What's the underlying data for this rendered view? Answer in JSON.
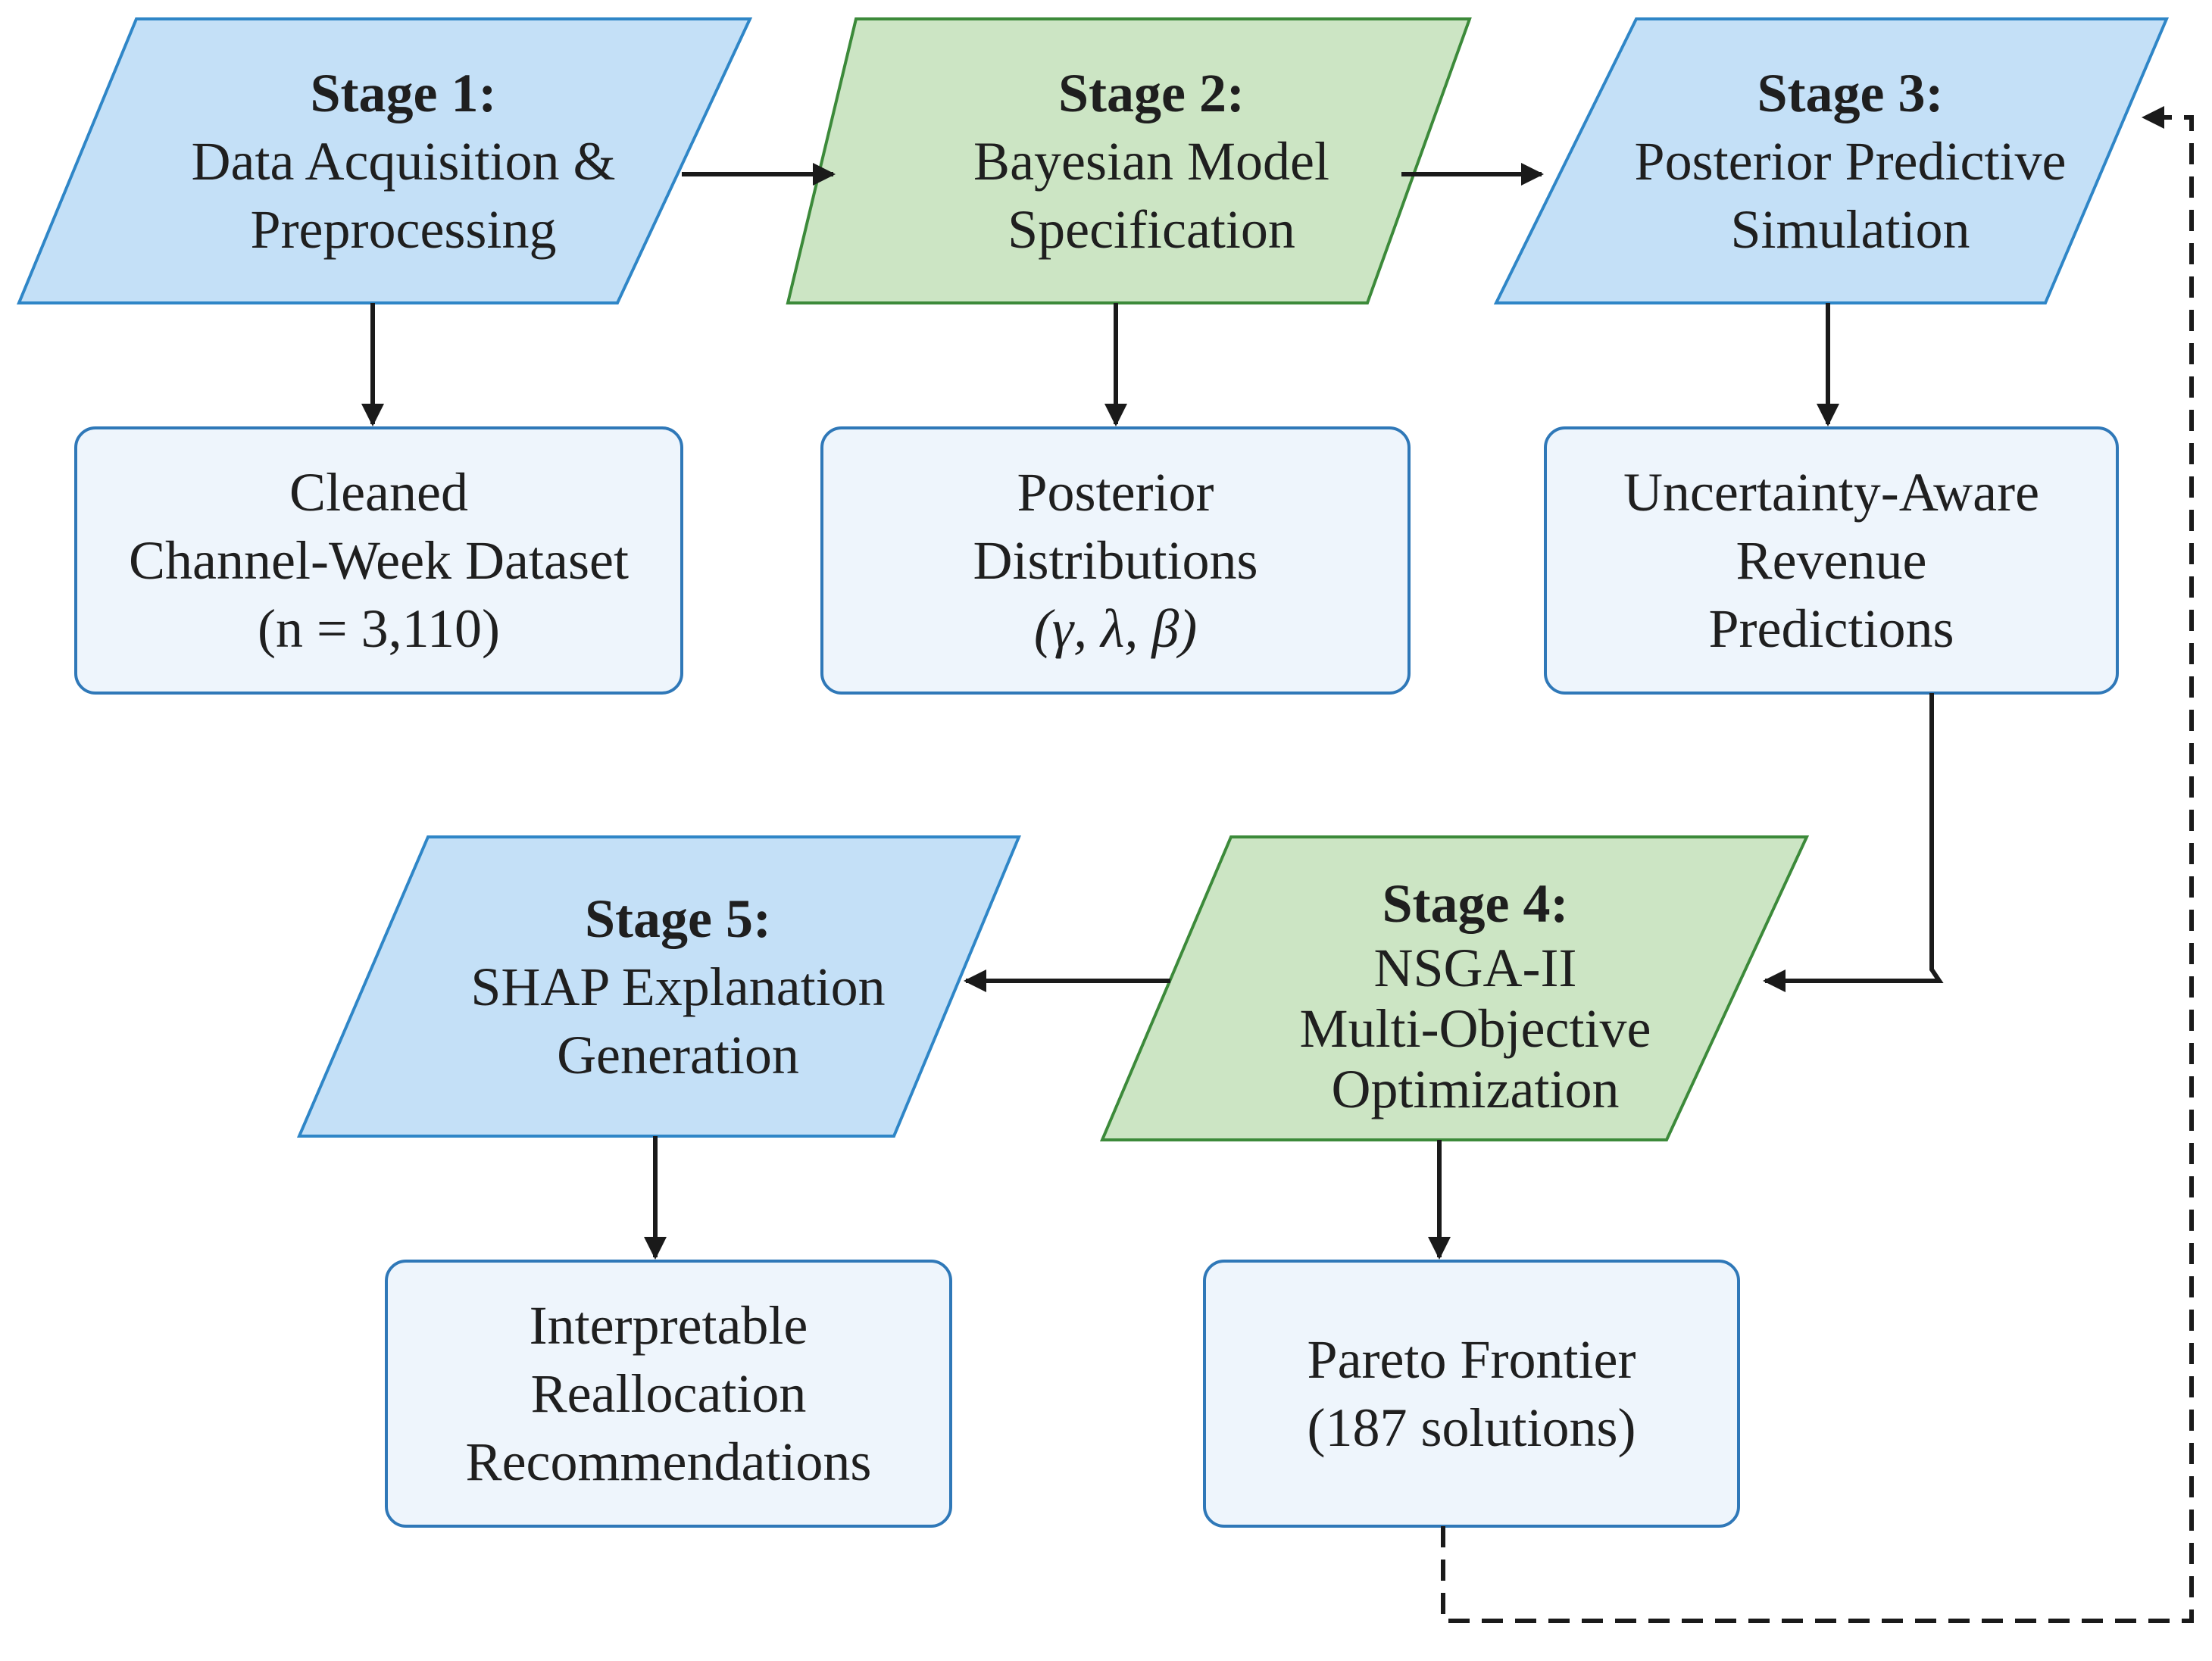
{
  "colors": {
    "stage_blue_fill": "#c4e0f7",
    "stage_blue_stroke": "#2f86c7",
    "stage_green_fill": "#cce5c4",
    "stage_green_stroke": "#3c8a3a",
    "output_fill": "#eef5fc",
    "output_stroke": "#2f78b8",
    "arrow": "#1a1a1a"
  },
  "stages": {
    "s1": {
      "title": "Stage 1:",
      "line1": "Data Acquisition &",
      "line2": "Preprocessing"
    },
    "s2": {
      "title": "Stage 2:",
      "line1": "Bayesian Model",
      "line2": "Specification"
    },
    "s3": {
      "title": "Stage 3:",
      "line1": "Posterior Predictive",
      "line2": "Simulation"
    },
    "s4": {
      "title": "Stage 4:",
      "line1": "NSGA-II",
      "line2": "Multi-Objective",
      "line3": "Optimization"
    },
    "s5": {
      "title": "Stage 5:",
      "line1": "SHAP Explanation",
      "line2": "Generation"
    }
  },
  "outputs": {
    "o1": {
      "line1": "Cleaned",
      "line2": "Channel-Week Dataset",
      "line3": "(n = 3,110)"
    },
    "o2": {
      "line1": "Posterior",
      "line2": "Distributions",
      "line3": "(γ, λ, β)"
    },
    "o3": {
      "line1": "Uncertainty-Aware",
      "line2": "Revenue",
      "line3": "Predictions"
    },
    "o4": {
      "line1": "Pareto Frontier",
      "line2": "(187 solutions)"
    },
    "o5": {
      "line1": "Interpretable",
      "line2": "Reallocation",
      "line3": "Recommendations"
    }
  }
}
